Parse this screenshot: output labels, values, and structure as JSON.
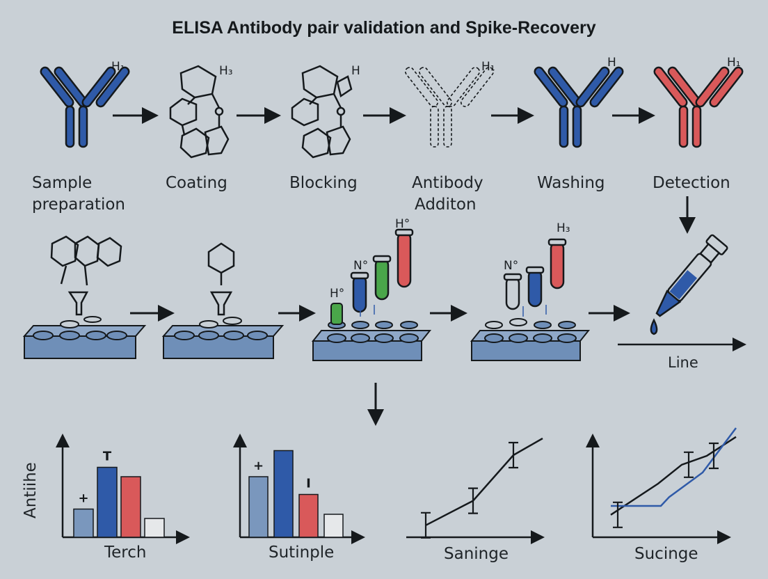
{
  "title": "ELISA Antibody pair validation and Spike-Recovery",
  "colors": {
    "background": "#c9d0d6",
    "blue": "#2f5aa8",
    "red": "#d9595a",
    "green": "#4aa64a",
    "light_blue": "#7a97bd",
    "plate": "#6f8fb8",
    "ink": "#15191c"
  },
  "steps": [
    {
      "label_lines": [
        "Sample",
        "preparation"
      ],
      "tag": "H₁"
    },
    {
      "label_lines": [
        "Coating"
      ],
      "tag": "H₃"
    },
    {
      "label_lines": [
        "Blocking"
      ],
      "tag": "H"
    },
    {
      "label_lines": [
        "Antibody",
        "Additon"
      ],
      "tag": "H₁"
    },
    {
      "label_lines": [
        "Washing"
      ],
      "tag": "H"
    },
    {
      "label_lines": [
        "Detection"
      ],
      "tag": "H₁"
    }
  ],
  "middle_row": {
    "tube_tags": [
      "H°",
      "N°",
      "H°",
      "N°",
      "H₃"
    ],
    "line_label": "Line"
  },
  "charts": [
    {
      "type": "bar",
      "ylabel": "Antiihe",
      "xlabel": "Terch",
      "values": [
        0.27,
        0.67,
        0.58,
        0.18
      ],
      "colors": [
        "#7a97bd",
        "#2f5aa8",
        "#d9595a",
        "#e6e8ea"
      ],
      "annotations": [
        "+",
        "T",
        "",
        ""
      ]
    },
    {
      "type": "bar",
      "ylabel": "",
      "xlabel": "Sutinple",
      "values": [
        0.58,
        0.83,
        0.41,
        0.22
      ],
      "colors": [
        "#7a97bd",
        "#2f5aa8",
        "#d9595a",
        "#e6e8ea"
      ],
      "annotations": [
        "+",
        "",
        "I",
        ""
      ]
    },
    {
      "type": "line",
      "xlabel": "Saninge",
      "series": [
        {
          "values": [
            0.22,
            0.44,
            0.85,
            1.0
          ]
        }
      ]
    },
    {
      "type": "line",
      "xlabel": "Sucinge",
      "series": [
        {
          "values": [
            0.22,
            0.5,
            0.67,
            0.75,
            0.92
          ]
        },
        {
          "values": [
            0.3,
            0.3,
            0.38,
            0.6,
            1.0
          ]
        }
      ]
    }
  ]
}
